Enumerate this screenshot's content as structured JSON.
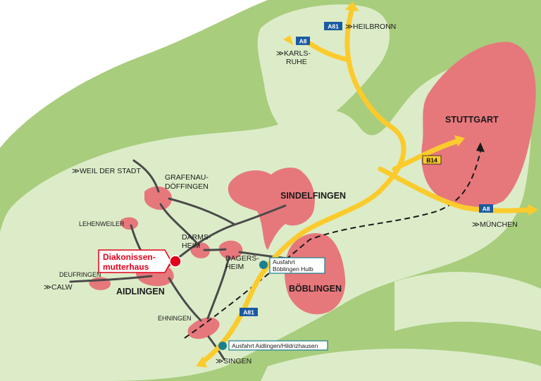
{
  "colors": {
    "background": "#ffffff",
    "terrain_light": "#dcecc8",
    "terrain_dark": "#a8cd7d",
    "urban": "#e6787c",
    "highway": "#fbcb2d",
    "road": "#4a4a4a",
    "rail": "#1a1a1a",
    "marker": "#e2001a",
    "exit_dot": "#1a7f8e"
  },
  "cities": {
    "stuttgart": "STUTTGART",
    "sindelfingen": "SINDELFINGEN",
    "boeblingen": "BÖBLINGEN",
    "aidlingen": "AIDLINGEN"
  },
  "towns": {
    "grafenau_1": "GRAFENAU-",
    "grafenau_2": "DÖFFINGEN",
    "lehenweiler": "LEHENWEILER",
    "darmsheim_1": "DARMS-",
    "darmsheim_2": "HEIM",
    "dagersheim_1": "DAGERS-",
    "dagersheim_2": "HEIM",
    "deufringen": "DEUFRINGEN",
    "ehningen": "EHNINGEN"
  },
  "directions": {
    "heilbronn": "≫HEILBRONN",
    "karlsruhe_1": "≫KARLS-",
    "karlsruhe_2": "RUHE",
    "weil_der_stadt": "≫WEIL DER STADT",
    "calw": "≫CALW",
    "muenchen": "≫MÜNCHEN",
    "singen": "≫SINGEN"
  },
  "shields": {
    "a81_north": "A81",
    "a8_west": "A8",
    "b14": "B14",
    "a8_east": "A8",
    "a81_south": "A81"
  },
  "exits": {
    "hulb_1": "Ausfahrt",
    "hulb_2": "Böblingen Hulb",
    "aidlingen": "Ausfahrt Aidlingen/Hildrizhausen"
  },
  "highlight": {
    "line1": "Diakonissen-",
    "line2": "mutterhaus",
    "icon": "location-marker-icon"
  }
}
